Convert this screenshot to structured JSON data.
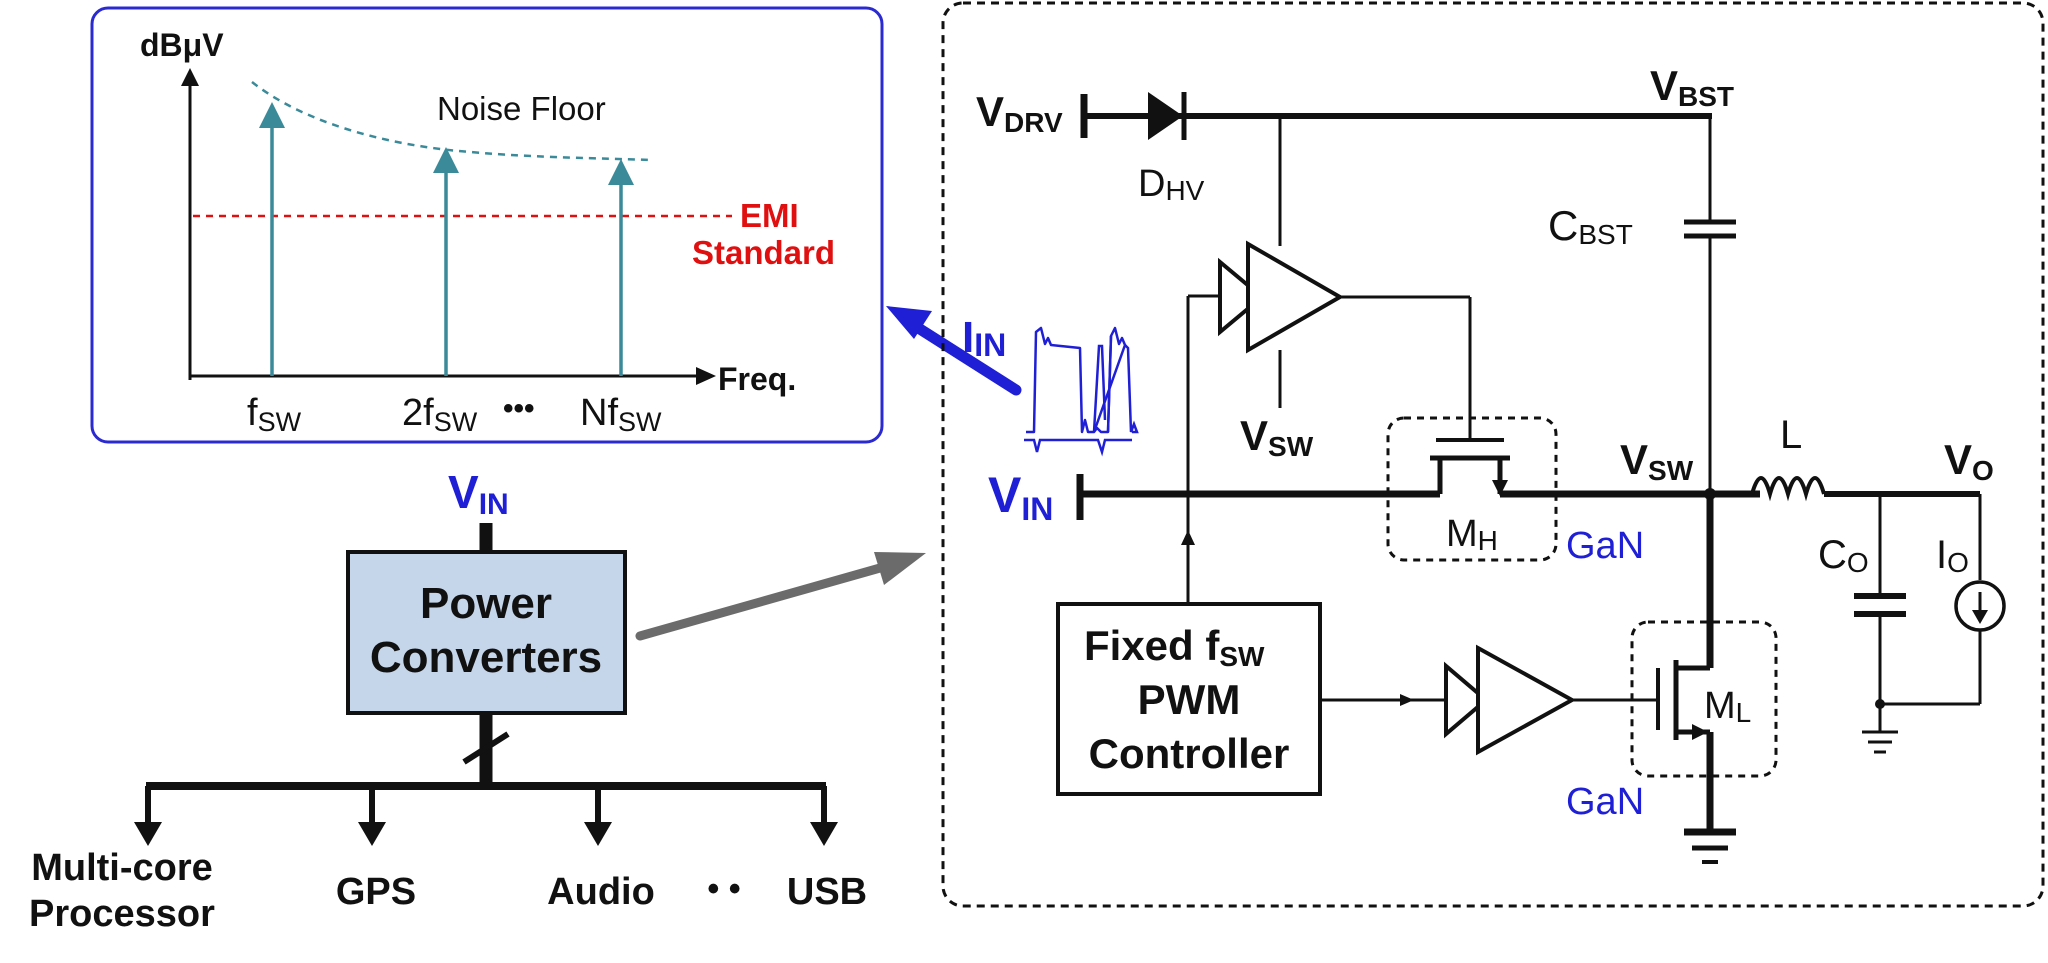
{
  "spectrum": {
    "y_axis_label": "dBμV",
    "x_axis_label": "Freq.",
    "noise_floor_label": "Noise Floor",
    "emi_line1": "EMI",
    "emi_line2": "Standard",
    "tick_fsw_main": "f",
    "tick_fsw_sub": "SW",
    "tick_2fsw_main": "2f",
    "tick_2fsw_sub": "SW",
    "ellipsis": "•••",
    "tick_nfsw_main": "Nf",
    "tick_nfsw_sub": "SW"
  },
  "input_current": {
    "main": "I",
    "sub": "IN"
  },
  "system": {
    "vin_main": "V",
    "vin_sub": "IN",
    "converter_line1": "Power",
    "converter_line2": "Converters",
    "load_multicore_line1": "Multi-core",
    "load_multicore_line2": "Processor",
    "load_gps": "GPS",
    "load_audio": "Audio",
    "load_ellipsis": "• •",
    "load_usb": "USB"
  },
  "circuit": {
    "vdrv_main": "V",
    "vdrv_sub": "DRV",
    "dhv_main": "D",
    "dhv_sub": "HV",
    "vbst_main": "V",
    "vbst_sub": "BST",
    "cbst_main": "C",
    "cbst_sub": "BST",
    "vsw_driver_main": "V",
    "vsw_driver_sub": "SW",
    "vsw_node_main": "V",
    "vsw_node_sub": "SW",
    "vin_main": "V",
    "vin_sub": "IN",
    "mh_main": "M",
    "mh_sub": "H",
    "gan_high": "GaN",
    "inductor": "L",
    "vo_main": "V",
    "vo_sub": "O",
    "co_main": "C",
    "co_sub": "O",
    "io_main": "I",
    "io_sub": "O",
    "controller_line1_main": "Fixed f",
    "controller_line1_sub": "SW",
    "controller_line2": "PWM",
    "controller_line3": "Controller",
    "ml_main": "M",
    "ml_sub": "L",
    "gan_low": "GaN"
  },
  "colors": {
    "wire": "#111111",
    "spectrum_line": "#3a8a9a",
    "emi_line": "#e01010",
    "accent_blue": "#1f1fd6",
    "converter_fill": "#c5d5ea",
    "arrow_gray": "#6b6b6b"
  }
}
